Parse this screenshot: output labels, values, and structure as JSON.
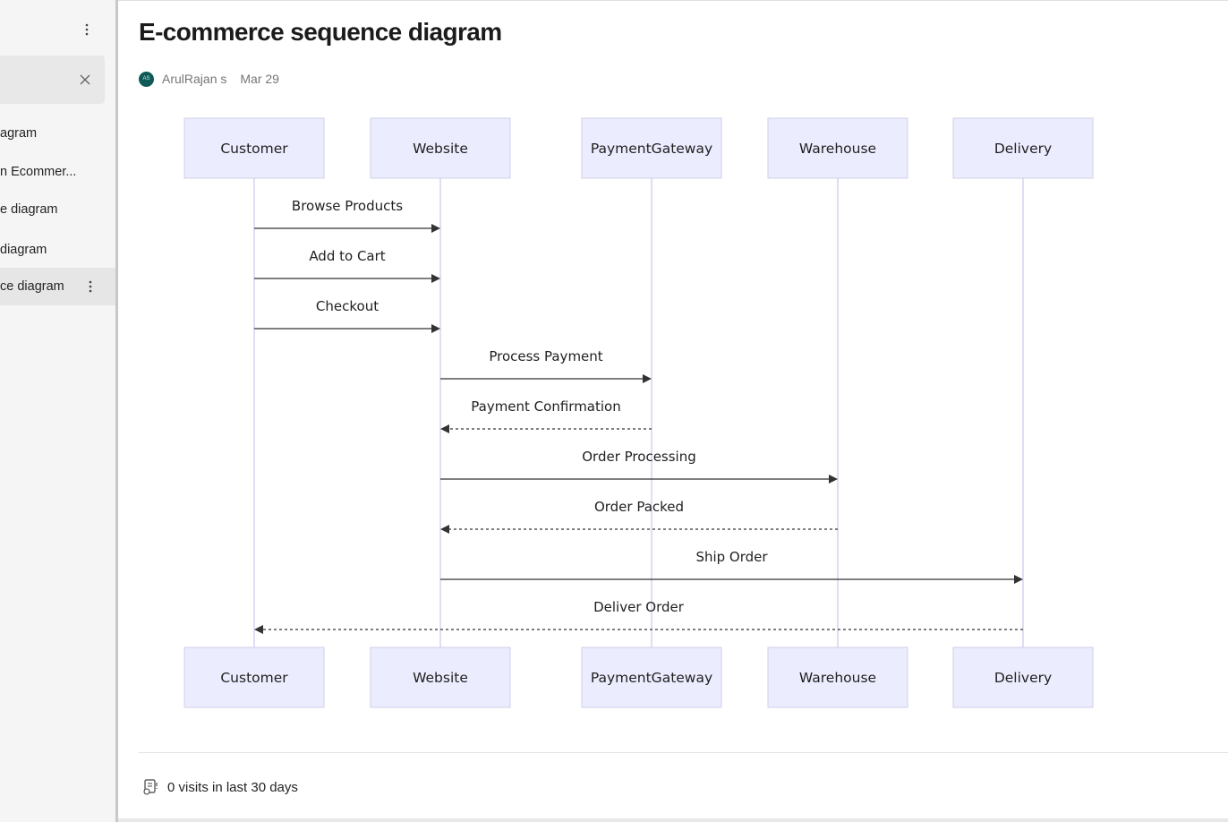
{
  "sidebar": {
    "more_icon": "more-vertical-icon",
    "close_icon": "close-icon",
    "items": [
      {
        "label": "agram"
      },
      {
        "label": "n Ecommer..."
      },
      {
        "label": "e diagram"
      },
      {
        "label": "diagram"
      },
      {
        "label": "ce diagram",
        "active": true
      }
    ]
  },
  "page": {
    "title": "E-commerce sequence diagram",
    "author": "ArulRajan s",
    "avatar_initials": "AS",
    "date": "Mar 29",
    "visits": "0 visits in last 30 days"
  },
  "diagram": {
    "participants": [
      "Customer",
      "Website",
      "PaymentGateway",
      "Warehouse",
      "Delivery"
    ],
    "messages": [
      {
        "from": "Customer",
        "to": "Website",
        "label": "Browse Products",
        "style": "solid"
      },
      {
        "from": "Customer",
        "to": "Website",
        "label": "Add to Cart",
        "style": "solid"
      },
      {
        "from": "Customer",
        "to": "Website",
        "label": "Checkout",
        "style": "solid"
      },
      {
        "from": "Website",
        "to": "PaymentGateway",
        "label": "Process Payment",
        "style": "solid"
      },
      {
        "from": "PaymentGateway",
        "to": "Website",
        "label": "Payment Confirmation",
        "style": "dashed"
      },
      {
        "from": "Website",
        "to": "Warehouse",
        "label": "Order Processing",
        "style": "solid"
      },
      {
        "from": "Warehouse",
        "to": "Website",
        "label": "Order Packed",
        "style": "dashed"
      },
      {
        "from": "Website",
        "to": "Delivery",
        "label": "Ship Order",
        "style": "solid"
      },
      {
        "from": "Delivery",
        "to": "Customer",
        "label": "Deliver Order",
        "style": "dashed"
      }
    ],
    "colors": {
      "box_fill": "#ececff",
      "box_stroke": "#cfcfe8",
      "lifeline": "#d6d2f0",
      "arrow": "#333333",
      "text": "#1f1f1f"
    }
  }
}
